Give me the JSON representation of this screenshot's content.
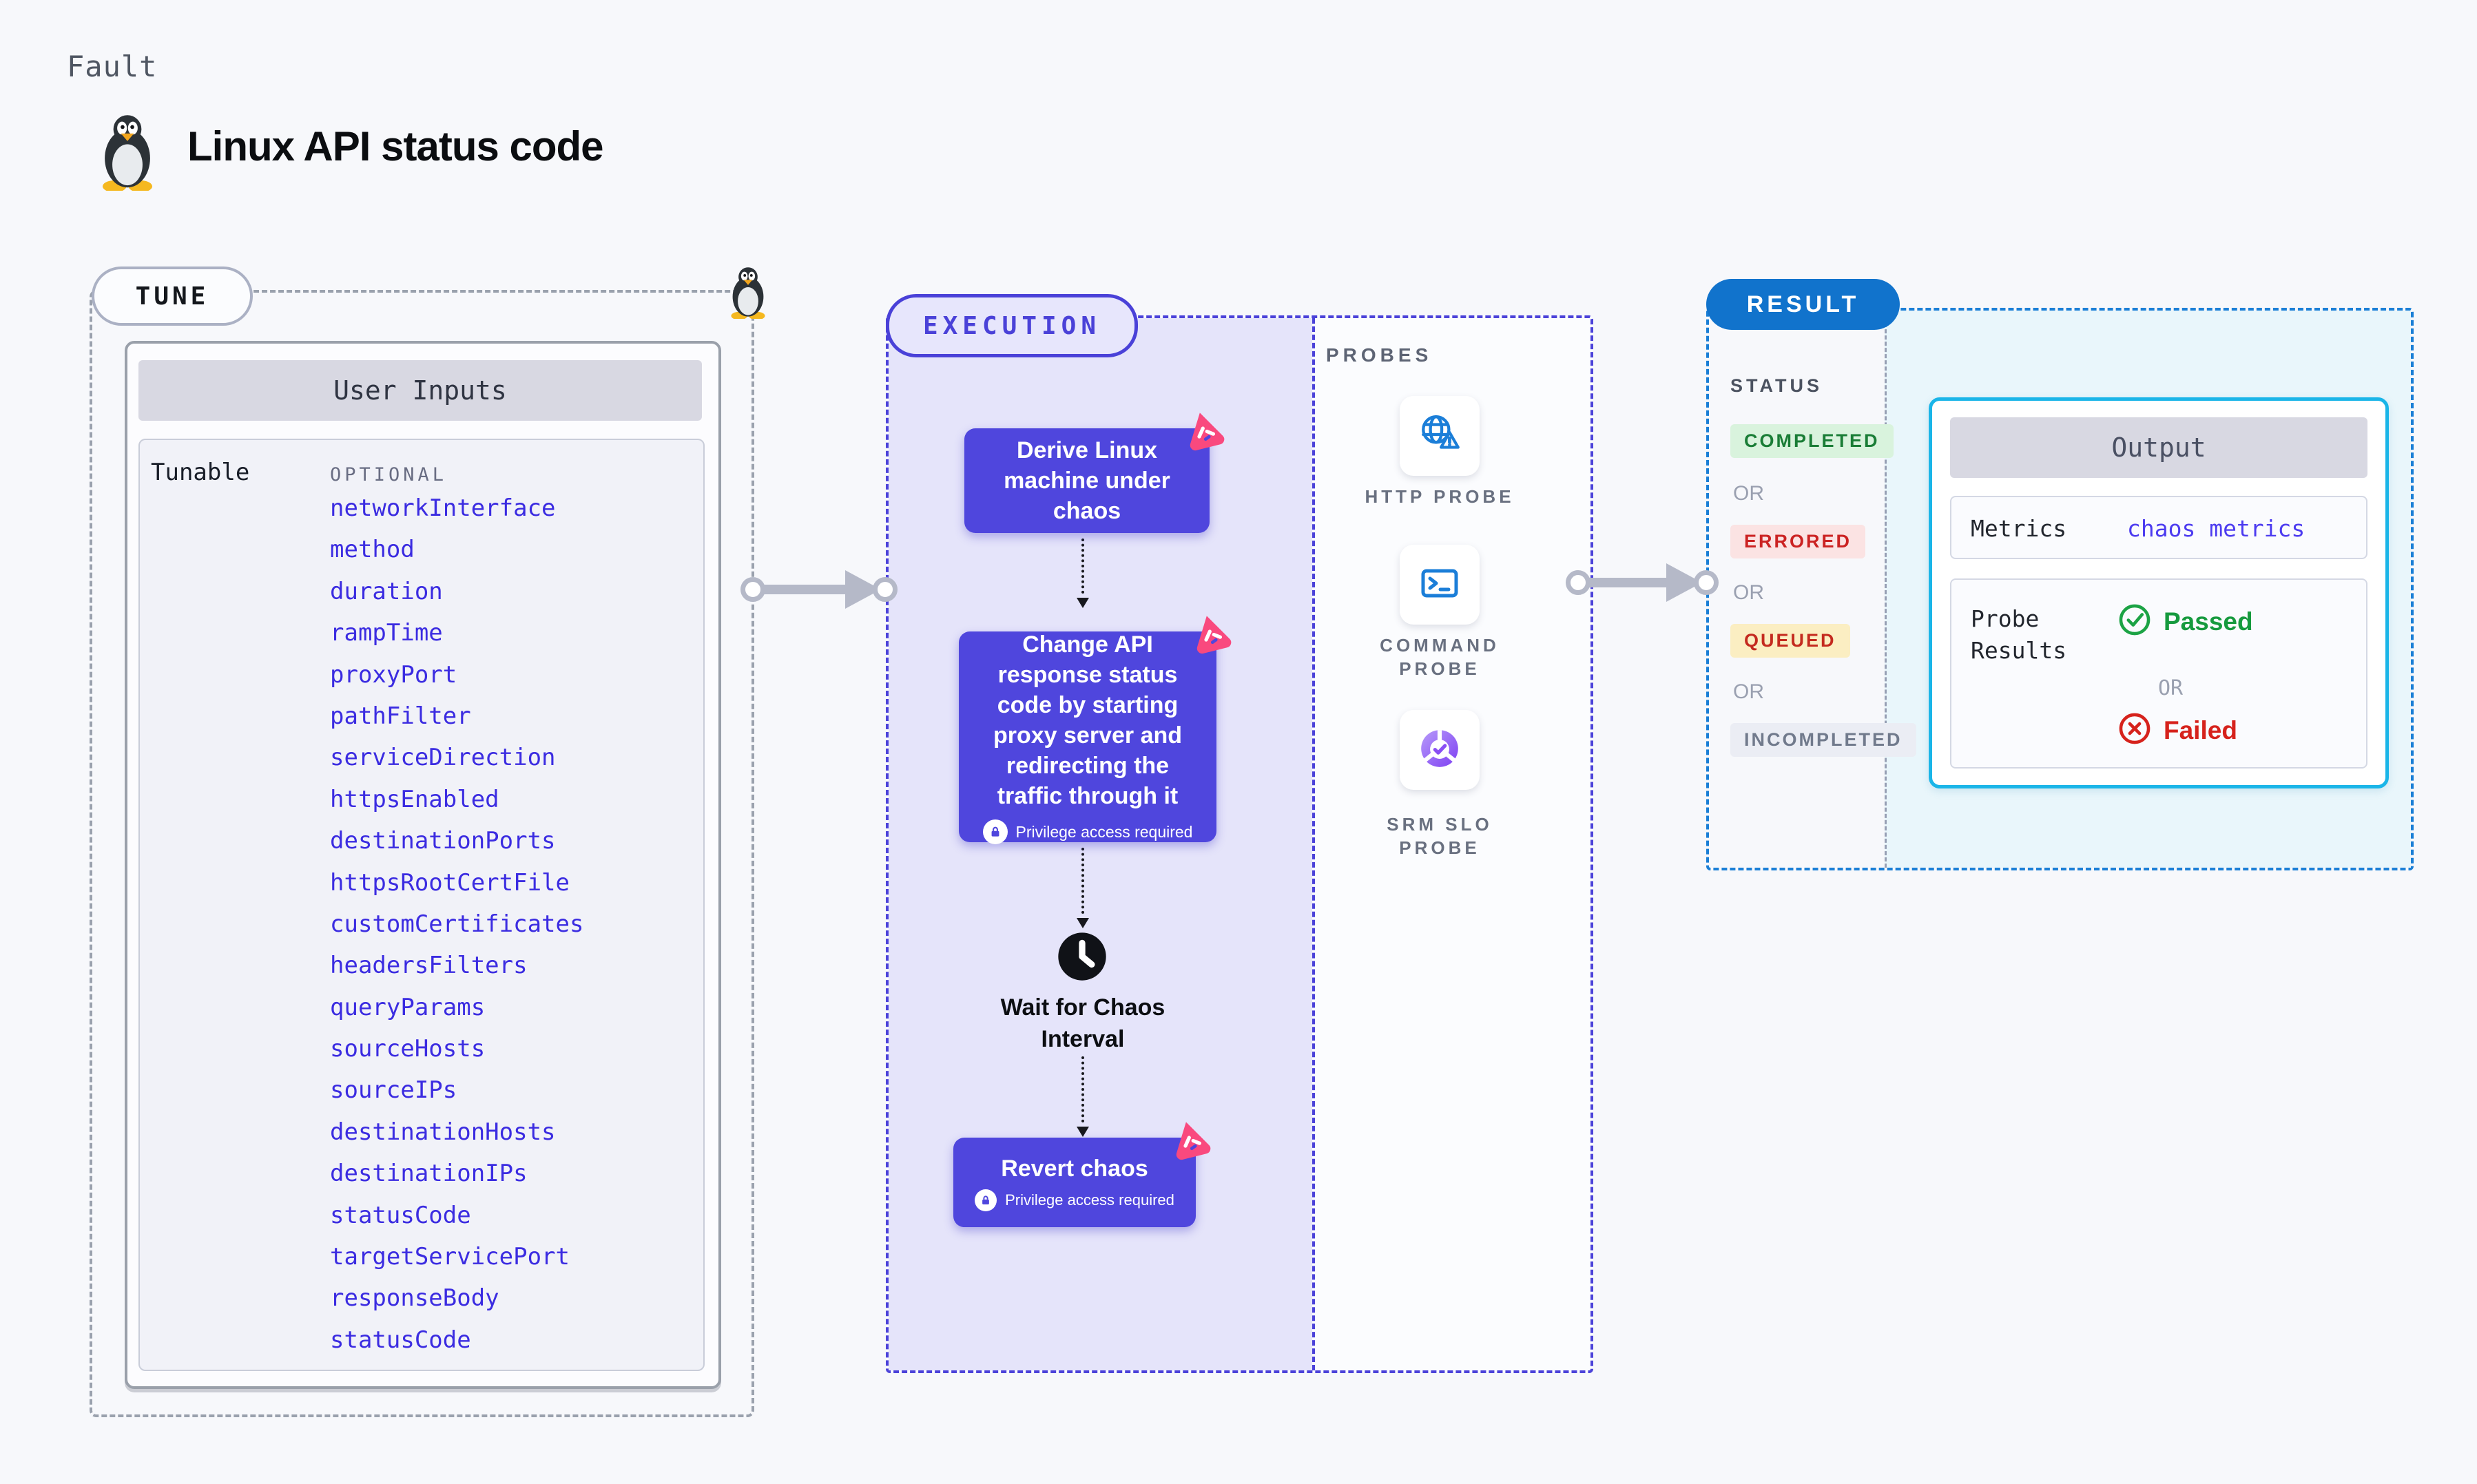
{
  "page": {
    "kind_label": "Fault",
    "title": "Linux API status code"
  },
  "tune": {
    "pill": "TUNE",
    "table_title": "User Inputs",
    "row_label": "Tunable",
    "column_label": "OPTIONAL",
    "tunables": [
      "networkInterface",
      "method",
      "duration",
      "rampTime",
      "proxyPort",
      "pathFilter",
      "serviceDirection",
      "httpsEnabled",
      "destinationPorts",
      "httpsRootCertFile",
      "customCertificates",
      "headersFilters",
      "queryParams",
      "sourceHosts",
      "sourceIPs",
      "destinationHosts",
      "destinationIPs",
      "statusCode",
      "targetServicePort",
      "responseBody",
      "statusCode"
    ]
  },
  "execution": {
    "pill": "EXECUTION",
    "step1": "Derive Linux machine under chaos",
    "step2": "Change API response status code by starting proxy server and redirecting the traffic through it",
    "wait_label": "Wait for Chaos Interval",
    "step3": "Revert chaos",
    "privilege_label": "Privilege access required"
  },
  "probes": {
    "heading": "PROBES",
    "items": [
      {
        "label": "HTTP PROBE",
        "icon": "globe-alert-icon"
      },
      {
        "label": "COMMAND PROBE",
        "icon": "terminal-icon"
      },
      {
        "label": "SRM SLO PROBE",
        "icon": "slo-donut-icon"
      }
    ]
  },
  "result": {
    "pill": "RESULT",
    "status_heading": "STATUS",
    "or_label": "OR",
    "statuses": [
      {
        "label": "COMPLETED",
        "fg": "#1a7d36",
        "bg": "#d9f3dd"
      },
      {
        "label": "ERRORED",
        "fg": "#cb2222",
        "bg": "#fbe3e3"
      },
      {
        "label": "QUEUED",
        "fg": "#c42a1f",
        "bg": "#fbeec2"
      },
      {
        "label": "INCOMPLETED",
        "fg": "#717a8c",
        "bg": "#ebedf4"
      }
    ],
    "output": {
      "title": "Output",
      "metrics_label": "Metrics",
      "metrics_value": "chaos metrics",
      "probe_results_label": "Probe Results",
      "passed_label": "Passed",
      "or_label": "OR",
      "failed_label": "Failed"
    }
  },
  "colors": {
    "node_indigo": "#4f46dd",
    "execution_fill": "#e5e4fa",
    "execution_border": "#4b42d9",
    "tune_border": "#9aa1ad",
    "result_border": "#1b7fd6",
    "result_pill": "#1173cc",
    "output_border": "#1ab5e8",
    "output_fill": "#e9f6fb",
    "link_blue": "#3b2ce1",
    "chaos_pink": "#f9497e",
    "arrow_gray": "#b5b9c8",
    "probe_icon_blue": "#1b7ed8"
  }
}
